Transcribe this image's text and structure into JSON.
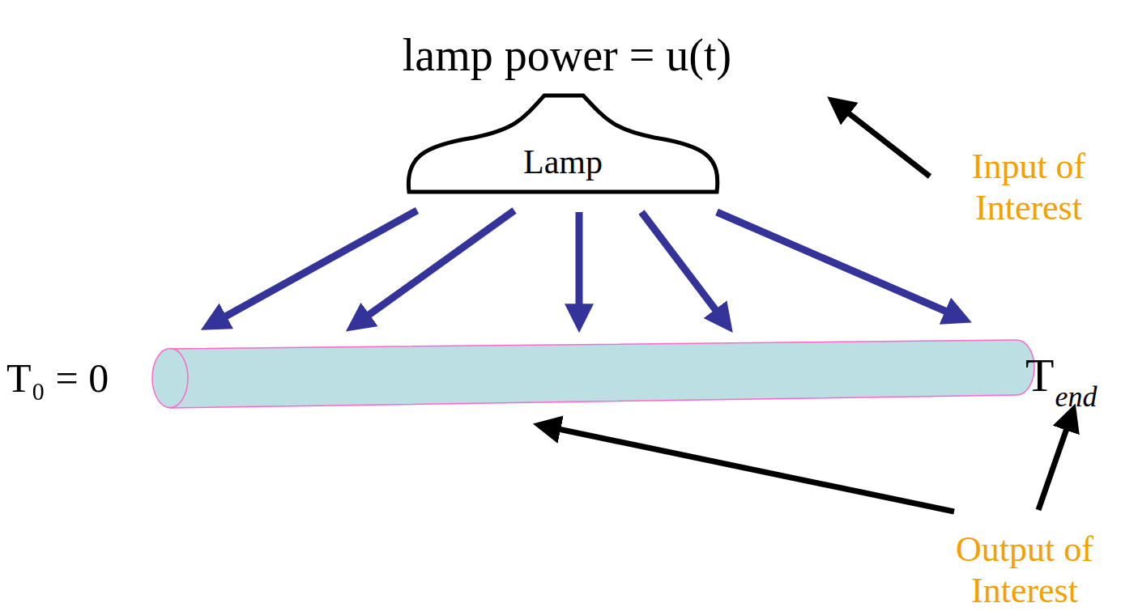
{
  "diagram": {
    "nodes": [
      {
        "text": [
          "Lamp"
        ]
      }
    ],
    "labels": [
      "lamp power = u(t)",
      "Input of Interest",
      "T₀ = 0",
      "T",
      "end",
      "Output of Interest"
    ]
  }
}
